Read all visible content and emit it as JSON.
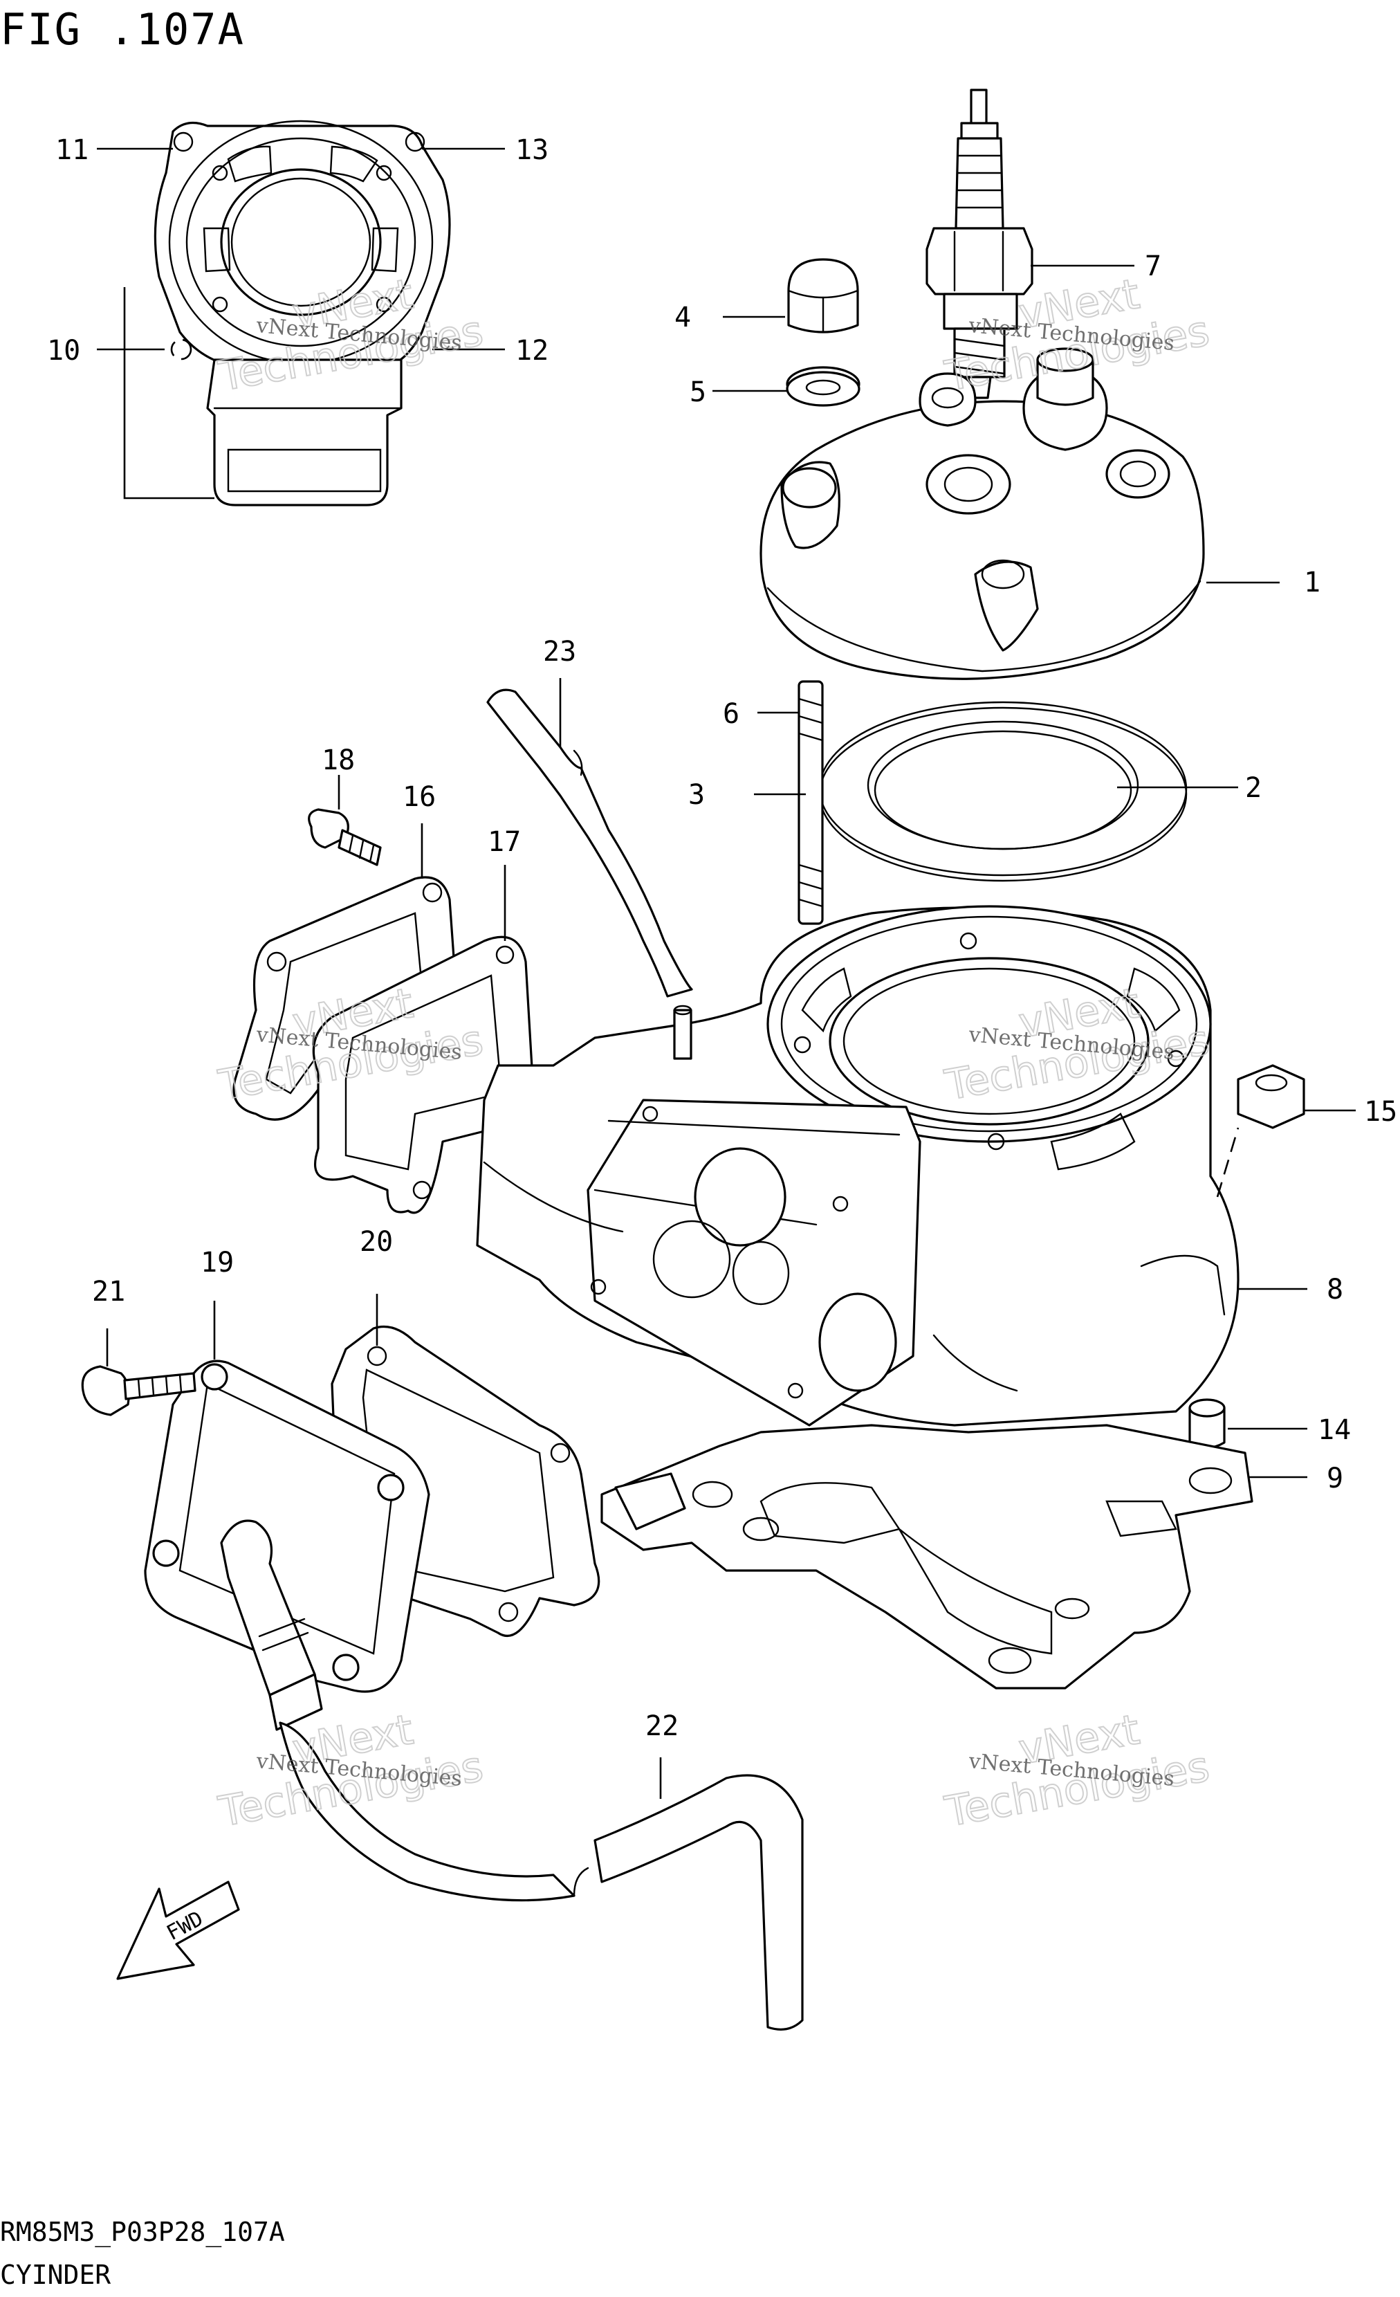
{
  "figure": {
    "title": "FIG .107A",
    "code": "RM85M3_P03P28_107A",
    "name": "CYINDER"
  },
  "watermark": {
    "line1": "vNext Technologies",
    "line2": "vNext",
    "line3": "Technologies"
  },
  "callouts": [
    {
      "id": "1",
      "label": "1"
    },
    {
      "id": "2",
      "label": "2"
    },
    {
      "id": "3",
      "label": "3"
    },
    {
      "id": "4",
      "label": "4"
    },
    {
      "id": "5",
      "label": "5"
    },
    {
      "id": "6",
      "label": "6"
    },
    {
      "id": "7",
      "label": "7"
    },
    {
      "id": "8",
      "label": "8"
    },
    {
      "id": "9",
      "label": "9"
    },
    {
      "id": "10",
      "label": "10"
    },
    {
      "id": "11",
      "label": "11"
    },
    {
      "id": "12",
      "label": "12"
    },
    {
      "id": "13",
      "label": "13"
    },
    {
      "id": "14",
      "label": "14"
    },
    {
      "id": "15",
      "label": "15"
    },
    {
      "id": "16",
      "label": "16"
    },
    {
      "id": "17",
      "label": "17"
    },
    {
      "id": "18",
      "label": "18"
    },
    {
      "id": "19",
      "label": "19"
    },
    {
      "id": "20",
      "label": "20"
    },
    {
      "id": "21",
      "label": "21"
    },
    {
      "id": "22",
      "label": "22"
    },
    {
      "id": "23",
      "label": "23"
    }
  ],
  "fwd_badge": "FWD"
}
